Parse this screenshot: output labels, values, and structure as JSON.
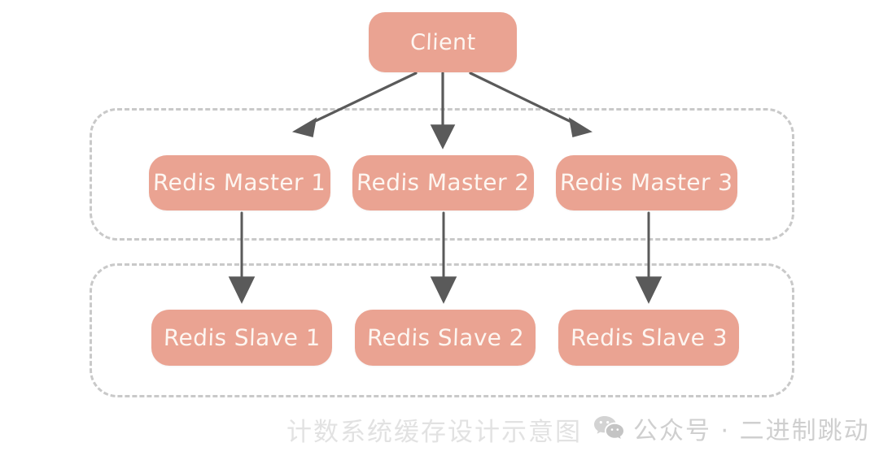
{
  "diagram": {
    "title_caption": "计数系统缓存设计示意图",
    "background_color": "#ffffff",
    "node_fill_color": "#eaa392",
    "node_text_color": "#fdf6f1",
    "group_border_color": "#c9c9c9",
    "arrow_color": "#5a5a5a",
    "watermark_color": "#cfcfcf"
  },
  "client": {
    "label": "Client"
  },
  "groups": {
    "masters": {
      "name": "redis-master-group",
      "nodes": [
        {
          "id": "master-1",
          "label": "Redis Master 1"
        },
        {
          "id": "master-2",
          "label": "Redis Master 2"
        },
        {
          "id": "master-3",
          "label": "Redis Master 3"
        }
      ]
    },
    "slaves": {
      "name": "redis-slave-group",
      "nodes": [
        {
          "id": "slave-1",
          "label": "Redis Slave 1"
        },
        {
          "id": "slave-2",
          "label": "Redis Slave 2"
        },
        {
          "id": "slave-3",
          "label": "Redis Slave 3"
        }
      ]
    }
  },
  "connections": [
    {
      "from": "Client",
      "to": "Redis Master 1",
      "style": "arrow"
    },
    {
      "from": "Client",
      "to": "Redis Master 2",
      "style": "arrow"
    },
    {
      "from": "Client",
      "to": "Redis Master 3",
      "style": "arrow"
    },
    {
      "from": "Redis Master 1",
      "to": "Redis Slave 1",
      "style": "arrow"
    },
    {
      "from": "Redis Master 2",
      "to": "Redis Slave 2",
      "style": "arrow"
    },
    {
      "from": "Redis Master 3",
      "to": "Redis Slave 3",
      "style": "arrow"
    }
  ],
  "watermark": {
    "icon": "wechat-icon",
    "text": "公众号 · 二进制跳动"
  }
}
